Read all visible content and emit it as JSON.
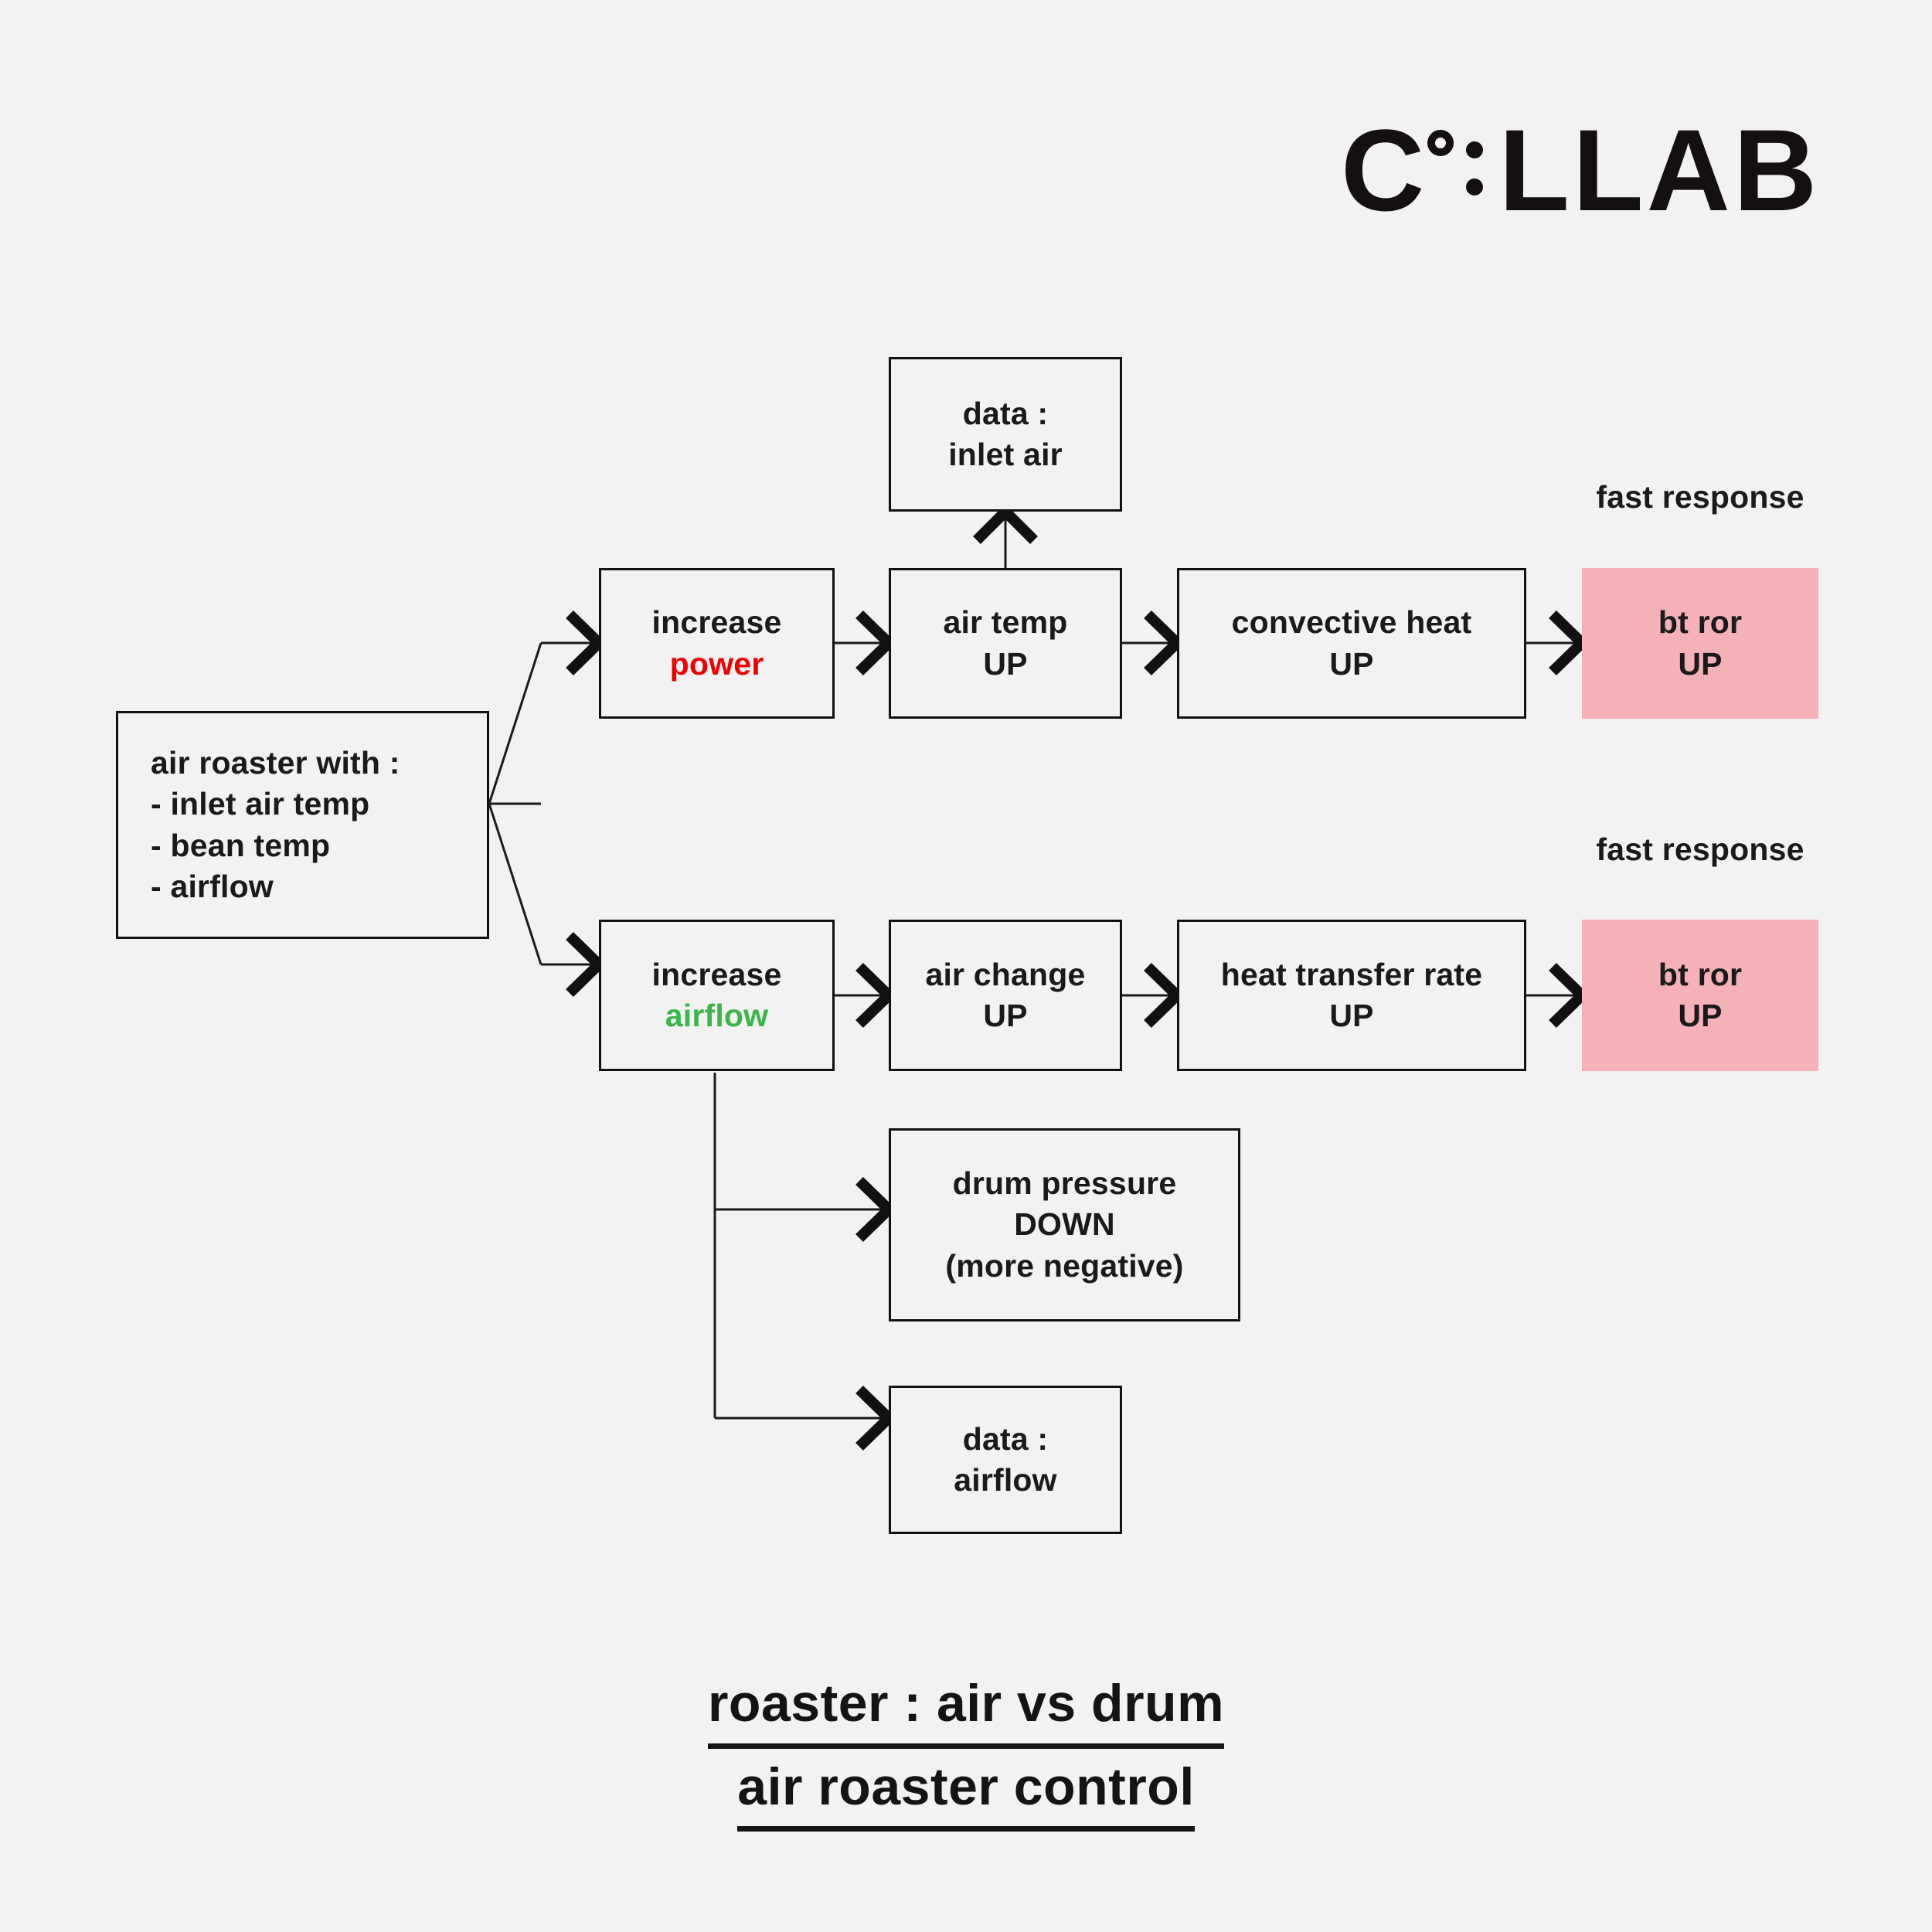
{
  "logo": {
    "letter": "C",
    "mark": "degree-circle",
    "rest": "LLAB",
    "full_text": "C°:LLAB"
  },
  "colors": {
    "background": "#f2f2f2",
    "stroke": "#111111",
    "text": "#1a1a1a",
    "accent_red": "#ee0000",
    "accent_green": "#3cb54a",
    "highlight_pink": "#f4b2b8"
  },
  "nodes": {
    "source": {
      "lines": [
        "air roaster with :",
        "- inlet air temp",
        "- bean temp",
        "- airflow"
      ]
    },
    "increase_power": {
      "line1": "increase",
      "line2": "power"
    },
    "increase_airflow": {
      "line1": "increase",
      "line2": "airflow"
    },
    "data_inlet_air": {
      "line1": "data :",
      "line2": "inlet air"
    },
    "air_temp_up": {
      "line1": "air temp",
      "line2": "UP"
    },
    "convective_heat_up": {
      "line1": "convective heat",
      "line2": "UP"
    },
    "bt_ror_up_top": {
      "line1": "bt ror",
      "line2": "UP"
    },
    "air_change_up": {
      "line1": "air change",
      "line2": "UP"
    },
    "heat_transfer_rate_up": {
      "line1": "heat transfer rate",
      "line2": "UP"
    },
    "bt_ror_up_bottom": {
      "line1": "bt ror",
      "line2": "UP"
    },
    "drum_pressure_down": {
      "line1": "drum pressure",
      "line2": "DOWN",
      "line3": "(more negative)"
    },
    "data_airflow": {
      "line1": "data :",
      "line2": "airflow"
    }
  },
  "labels": {
    "fast_response_top": {
      "line1": "fast",
      "line2": "response"
    },
    "fast_response_bottom": {
      "line1": "fast",
      "line2": "response"
    }
  },
  "caption": {
    "line1": "roaster : air vs drum",
    "line2": "air roaster control"
  }
}
